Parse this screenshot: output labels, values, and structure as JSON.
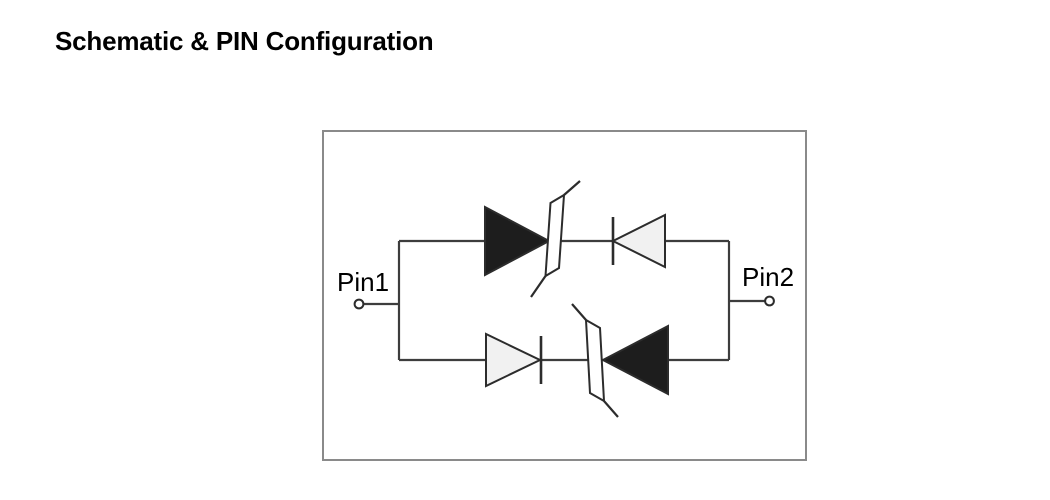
{
  "header": {
    "title": "Schematic & PIN Configuration"
  },
  "schematic": {
    "pin1_label": "Pin1",
    "pin2_label": "Pin2",
    "branches": [
      {
        "position": "top",
        "components": [
          {
            "icon": "diode-filled-right-icon",
            "fill": "#1d1d1d",
            "cathode": "zener-bent-band"
          },
          {
            "icon": "diode-outline-left-icon",
            "fill": "#f1f1f1",
            "cathode": "straight-bar"
          }
        ]
      },
      {
        "position": "bottom",
        "components": [
          {
            "icon": "diode-outline-right-icon",
            "fill": "#f1f1f1",
            "cathode": "straight-bar"
          },
          {
            "icon": "diode-filled-left-icon",
            "fill": "#1d1d1d",
            "cathode": "zener-bent-band"
          }
        ]
      }
    ]
  },
  "colors": {
    "background": "#ffffff",
    "text": "#000000",
    "wire": "#3d3d3d",
    "symbol_outline": "#2c2c2c",
    "diode_dark": "#1d1d1d",
    "diode_light": "#f1f1f1",
    "frame_border": "#8a8a8a"
  }
}
